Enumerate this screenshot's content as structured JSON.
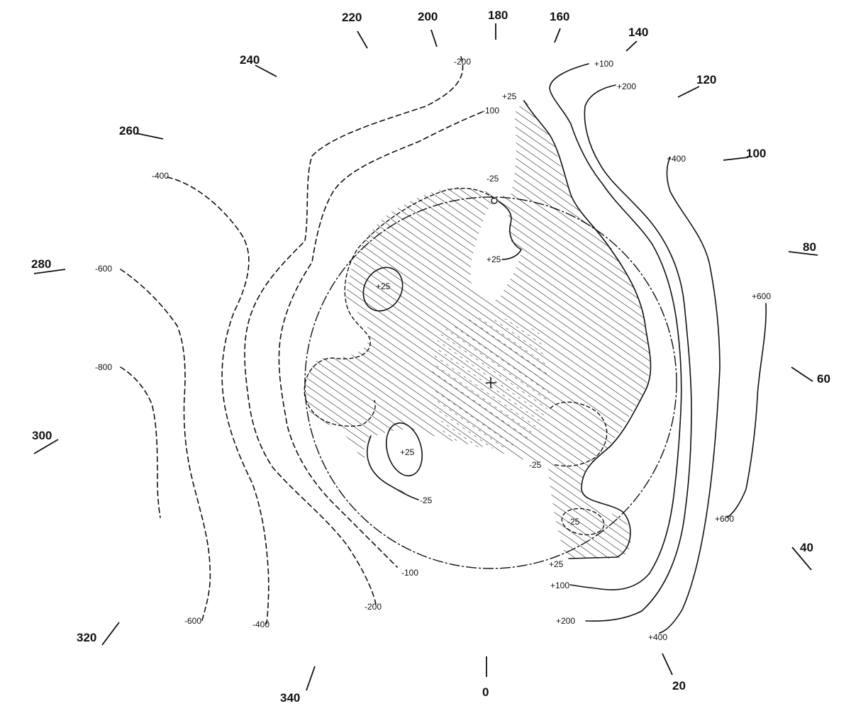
{
  "bearings": [
    "0",
    "20",
    "40",
    "60",
    "80",
    "100",
    "120",
    "140",
    "160",
    "180",
    "200",
    "220",
    "240",
    "260",
    "280",
    "300",
    "320",
    "340"
  ],
  "contour_labels": {
    "neg_200_top": "-200",
    "neg_100_top": "-100",
    "neg_400_left": "-400",
    "neg_600_left": "-600",
    "neg_800_left": "-800",
    "neg_100_bottom": "-100",
    "neg_200_bottom": "-200",
    "neg_400_bottom": "-400",
    "neg_600_bottom": "-600",
    "pos_25_top": "+25",
    "neg_25_top": "-25",
    "pos_25_inner": "+25",
    "pos_25_island_upper": "+25",
    "pos_25_island_lower": "+25",
    "neg_25_lower_left": "-25",
    "neg_25_right": "-25",
    "neg_25_island": "-25",
    "pos_25_bottom": "+25",
    "pos_100_bottom": "+100",
    "pos_200_bottom": "+200",
    "pos_400_bottom": "+400",
    "pos_600_bottom": "+600",
    "pos_100_top": "+100",
    "pos_200_top": "+200",
    "pos_400_top": "+400",
    "pos_600_right": "+600"
  },
  "colors": {
    "ink": "#111111",
    "paper": "#ffffff"
  }
}
